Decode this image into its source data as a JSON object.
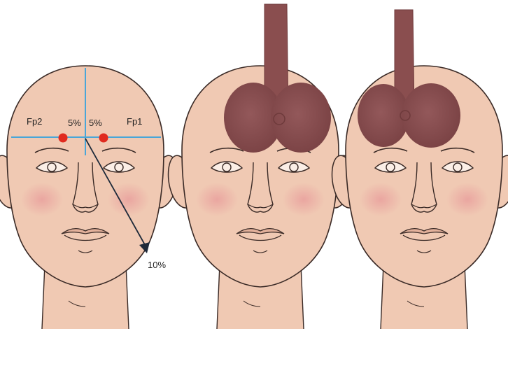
{
  "colors": {
    "skin": "#f0c9b3",
    "skin_shadow": "#e2b09a",
    "outline": "#3a2a26",
    "cheek": "#e9a3a3",
    "pad": "#8a4e4f",
    "pad_edge": "#6e3a3b",
    "guide_line": "#4aa6d8",
    "point": "#e02a1f",
    "arrow": "#1e2a3a"
  },
  "labels": {
    "fp2": "Fp2",
    "fp1": "Fp1",
    "pct_left": "5%",
    "pct_right": "5%",
    "pct_arrow": "10%"
  },
  "panels": [
    {
      "name": "head-measurement",
      "has_guides": true,
      "has_pad": false
    },
    {
      "name": "head-pad-wide",
      "has_guides": false,
      "has_pad": true
    },
    {
      "name": "head-pad-narrow",
      "has_guides": false,
      "has_pad": true
    }
  ]
}
